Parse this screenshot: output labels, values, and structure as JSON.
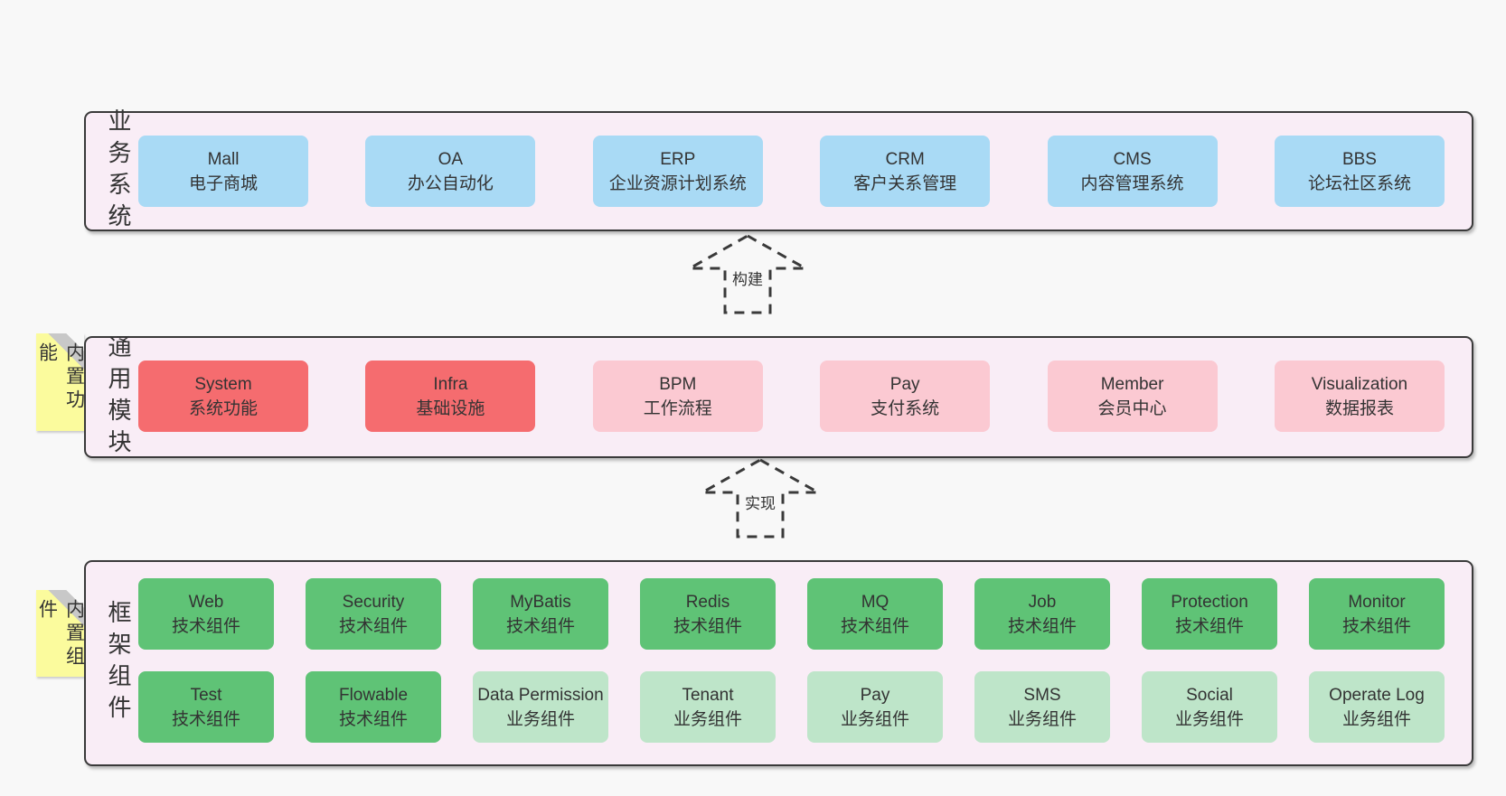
{
  "colors": {
    "page_bg": "#f8f8f8",
    "band_bg": "#f9edf6",
    "band_border": "#3a3a3a",
    "box_blue": "#a9daf5",
    "box_red": "#f56c6f",
    "box_pink": "#fbc9d2",
    "box_green": "#5fc376",
    "box_lightgreen": "#bee5c9",
    "sticky_yellow": "#fbfb9d",
    "sticky_fold": "#c8c8c8",
    "arrow_stroke": "#3a3a3a"
  },
  "arrows": [
    {
      "label": "构建"
    },
    {
      "label": "实现"
    }
  ],
  "bands": [
    {
      "label": "业务系统",
      "boxes": [
        {
          "name": "Mall",
          "desc": "电子商城"
        },
        {
          "name": "OA",
          "desc": "办公自动化"
        },
        {
          "name": "ERP",
          "desc": "企业资源计划系统"
        },
        {
          "name": "CRM",
          "desc": "客户关系管理"
        },
        {
          "name": "CMS",
          "desc": "内容管理系统"
        },
        {
          "name": "BBS",
          "desc": "论坛社区系统"
        }
      ]
    },
    {
      "label": "通用模块",
      "sticky": "内置功能",
      "boxes": [
        {
          "name": "System",
          "desc": "系统功能"
        },
        {
          "name": "Infra",
          "desc": "基础设施"
        },
        {
          "name": "BPM",
          "desc": "工作流程"
        },
        {
          "name": "Pay",
          "desc": "支付系统"
        },
        {
          "name": "Member",
          "desc": "会员中心"
        },
        {
          "name": "Visualization",
          "desc": "数据报表"
        }
      ]
    },
    {
      "label": "框架组件",
      "sticky": "内置组件",
      "row1": [
        {
          "name": "Web",
          "desc": "技术组件"
        },
        {
          "name": "Security",
          "desc": "技术组件"
        },
        {
          "name": "MyBatis",
          "desc": "技术组件"
        },
        {
          "name": "Redis",
          "desc": "技术组件"
        },
        {
          "name": "MQ",
          "desc": "技术组件"
        },
        {
          "name": "Job",
          "desc": "技术组件"
        },
        {
          "name": "Protection",
          "desc": "技术组件"
        },
        {
          "name": "Monitor",
          "desc": "技术组件"
        }
      ],
      "row2": [
        {
          "name": "Test",
          "desc": "技术组件"
        },
        {
          "name": "Flowable",
          "desc": "技术组件"
        },
        {
          "name": "Data Permission",
          "desc": "业务组件"
        },
        {
          "name": "Tenant",
          "desc": "业务组件"
        },
        {
          "name": "Pay",
          "desc": "业务组件"
        },
        {
          "name": "SMS",
          "desc": "业务组件"
        },
        {
          "name": "Social",
          "desc": "业务组件"
        },
        {
          "name": "Operate Log",
          "desc": "业务组件"
        }
      ]
    }
  ]
}
